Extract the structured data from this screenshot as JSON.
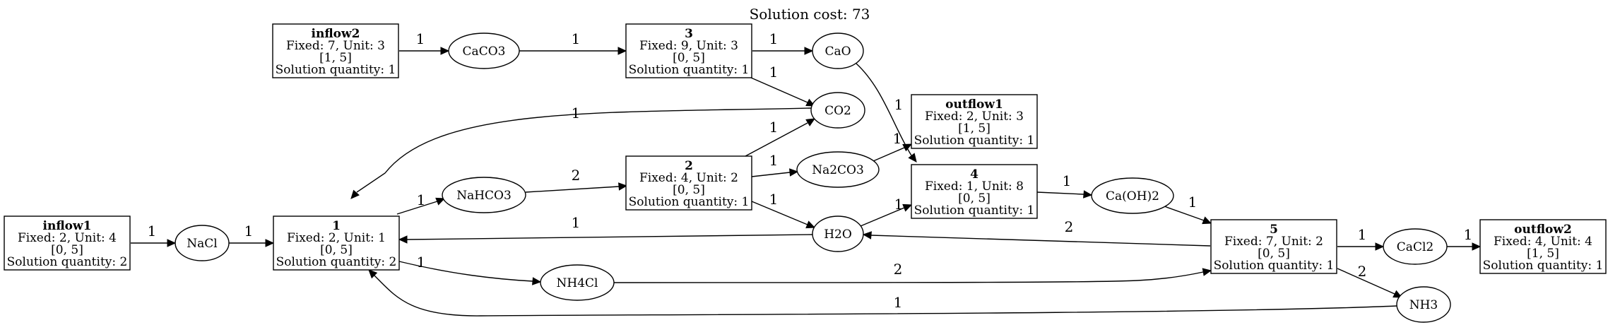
{
  "title": "Solution cost: 73",
  "process_nodes": {
    "inflow1": {
      "title": "inflow1",
      "lines": [
        "Fixed: 2, Unit: 4",
        "[0, 5]",
        "Solution quantity: 2"
      ]
    },
    "inflow2": {
      "title": "inflow2",
      "lines": [
        "Fixed: 7, Unit: 3",
        "[1, 5]",
        "Solution quantity: 1"
      ]
    },
    "p1": {
      "title": "1",
      "lines": [
        "Fixed: 2, Unit: 1",
        "[0, 5]",
        "Solution quantity: 2"
      ]
    },
    "p2": {
      "title": "2",
      "lines": [
        "Fixed: 4, Unit: 2",
        "[0, 5]",
        "Solution quantity: 1"
      ]
    },
    "p3": {
      "title": "3",
      "lines": [
        "Fixed: 9, Unit: 3",
        "[0, 5]",
        "Solution quantity: 1"
      ]
    },
    "p4": {
      "title": "4",
      "lines": [
        "Fixed: 1, Unit: 8",
        "[0, 5]",
        "Solution quantity: 1"
      ]
    },
    "p5": {
      "title": "5",
      "lines": [
        "Fixed: 7, Unit: 2",
        "[0, 5]",
        "Solution quantity: 1"
      ]
    },
    "outflow1": {
      "title": "outflow1",
      "lines": [
        "Fixed: 2, Unit: 3",
        "[1, 5]",
        "Solution quantity: 1"
      ]
    },
    "outflow2": {
      "title": "outflow2",
      "lines": [
        "Fixed: 4, Unit: 4",
        "[1, 5]",
        "Solution quantity: 1"
      ]
    }
  },
  "chemical_nodes": {
    "NaCl": "NaCl",
    "CaCO3": "CaCO3",
    "CaO": "CaO",
    "CO2": "CO2",
    "NaHCO3": "NaHCO3",
    "Na2CO3": "Na2CO3",
    "H2O": "H2O",
    "CaOH2": "Ca(OH)2",
    "NH4Cl": "NH4Cl",
    "CaCl2": "CaCl2",
    "NH3": "NH3"
  },
  "edges": [
    {
      "id": "inflow1-NaCl",
      "from": "inflow1",
      "to": "NaCl",
      "label": "1"
    },
    {
      "id": "NaCl-p1",
      "from": "NaCl",
      "to": "1",
      "label": "1"
    },
    {
      "id": "inflow2-CaCO3",
      "from": "inflow2",
      "to": "CaCO3",
      "label": "1"
    },
    {
      "id": "CaCO3-p3",
      "from": "CaCO3",
      "to": "3",
      "label": "1"
    },
    {
      "id": "p3-CaO",
      "from": "3",
      "to": "CaO",
      "label": "1"
    },
    {
      "id": "p3-CO2",
      "from": "3",
      "to": "CO2",
      "label": "1"
    },
    {
      "id": "CO2-p1",
      "from": "CO2",
      "to": "1",
      "label": "1"
    },
    {
      "id": "p1-NaHCO3",
      "from": "1",
      "to": "NaHCO3",
      "label": "1"
    },
    {
      "id": "NaHCO3-p2",
      "from": "NaHCO3",
      "to": "2",
      "label": "2"
    },
    {
      "id": "p2-CO2",
      "from": "2",
      "to": "CO2",
      "label": "1"
    },
    {
      "id": "p2-Na2CO3",
      "from": "2",
      "to": "Na2CO3",
      "label": "1"
    },
    {
      "id": "p2-H2O",
      "from": "2",
      "to": "H2O",
      "label": "1"
    },
    {
      "id": "Na2CO3-outflow1",
      "from": "Na2CO3",
      "to": "outflow1",
      "label": "1"
    },
    {
      "id": "CaO-p4",
      "from": "CaO",
      "to": "4",
      "label": "1"
    },
    {
      "id": "H2O-p4",
      "from": "H2O",
      "to": "4",
      "label": "1"
    },
    {
      "id": "H2O-p1",
      "from": "H2O",
      "to": "1",
      "label": "1"
    },
    {
      "id": "p4-CaOH2",
      "from": "4",
      "to": "Ca(OH)2",
      "label": "1"
    },
    {
      "id": "CaOH2-p5",
      "from": "Ca(OH)2",
      "to": "5",
      "label": "1"
    },
    {
      "id": "p5-H2O",
      "from": "5",
      "to": "H2O",
      "label": "2"
    },
    {
      "id": "p1-NH4Cl",
      "from": "1",
      "to": "NH4Cl",
      "label": "1"
    },
    {
      "id": "NH4Cl-p5",
      "from": "NH4Cl",
      "to": "5",
      "label": "2"
    },
    {
      "id": "p5-CaCl2",
      "from": "5",
      "to": "CaCl2",
      "label": "1"
    },
    {
      "id": "CaCl2-outflow2",
      "from": "CaCl2",
      "to": "outflow2",
      "label": "1"
    },
    {
      "id": "p5-NH3",
      "from": "5",
      "to": "NH3",
      "label": "2"
    },
    {
      "id": "NH3-p1",
      "from": "NH3",
      "to": "1",
      "label": "1"
    }
  ]
}
